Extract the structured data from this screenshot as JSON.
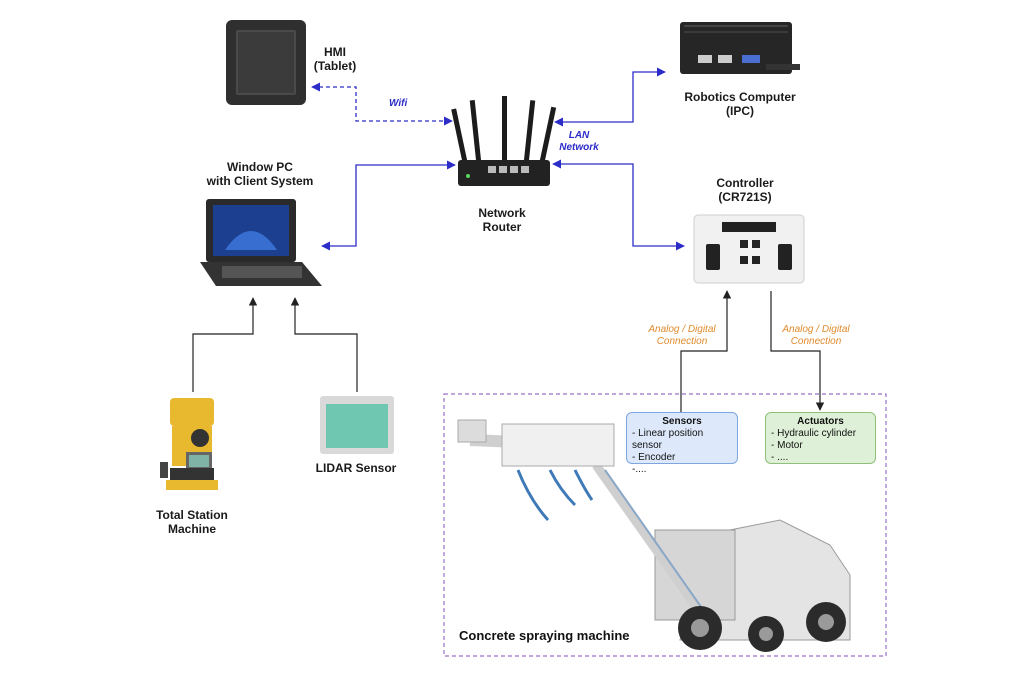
{
  "nodes": {
    "hmi": {
      "line1": "HMI",
      "line2": "(Tablet)"
    },
    "robotics": {
      "line1": "Robotics Computer",
      "line2": "(IPC)"
    },
    "window_pc": {
      "line1": "Window PC",
      "line2": "with Client System"
    },
    "router": {
      "line1": "Network",
      "line2": "Router"
    },
    "controller": {
      "line1": "Controller",
      "line2": "(CR721S)"
    },
    "total_station": {
      "line1": "Total Station",
      "line2": "Machine"
    },
    "lidar": {
      "line1": "LIDAR Sensor"
    }
  },
  "links": {
    "wifi": "Wifi",
    "lan_line1": "LAN",
    "lan_line2": "Network",
    "analog_left_1": "Analog / Digital",
    "analog_left_2": "Connection",
    "analog_right_1": "Analog / Digital",
    "analog_right_2": "Connection"
  },
  "sensors": {
    "title": "Sensors",
    "items": [
      "- Linear position sensor",
      "- Encoder",
      "-...."
    ]
  },
  "actuators": {
    "title": "Actuators",
    "items": [
      "- Hydraulic cylinder",
      "- Motor",
      "- ...."
    ]
  },
  "machine": {
    "title": "Concrete spraying machine"
  },
  "colors": {
    "network_line": "#2c2cc8",
    "io_line": "#222222",
    "connection_text": "#e08a2c",
    "machine_boundary": "#9a72c8",
    "sensors_fill": "#dde9fb",
    "actuators_fill": "#dff0d8"
  }
}
